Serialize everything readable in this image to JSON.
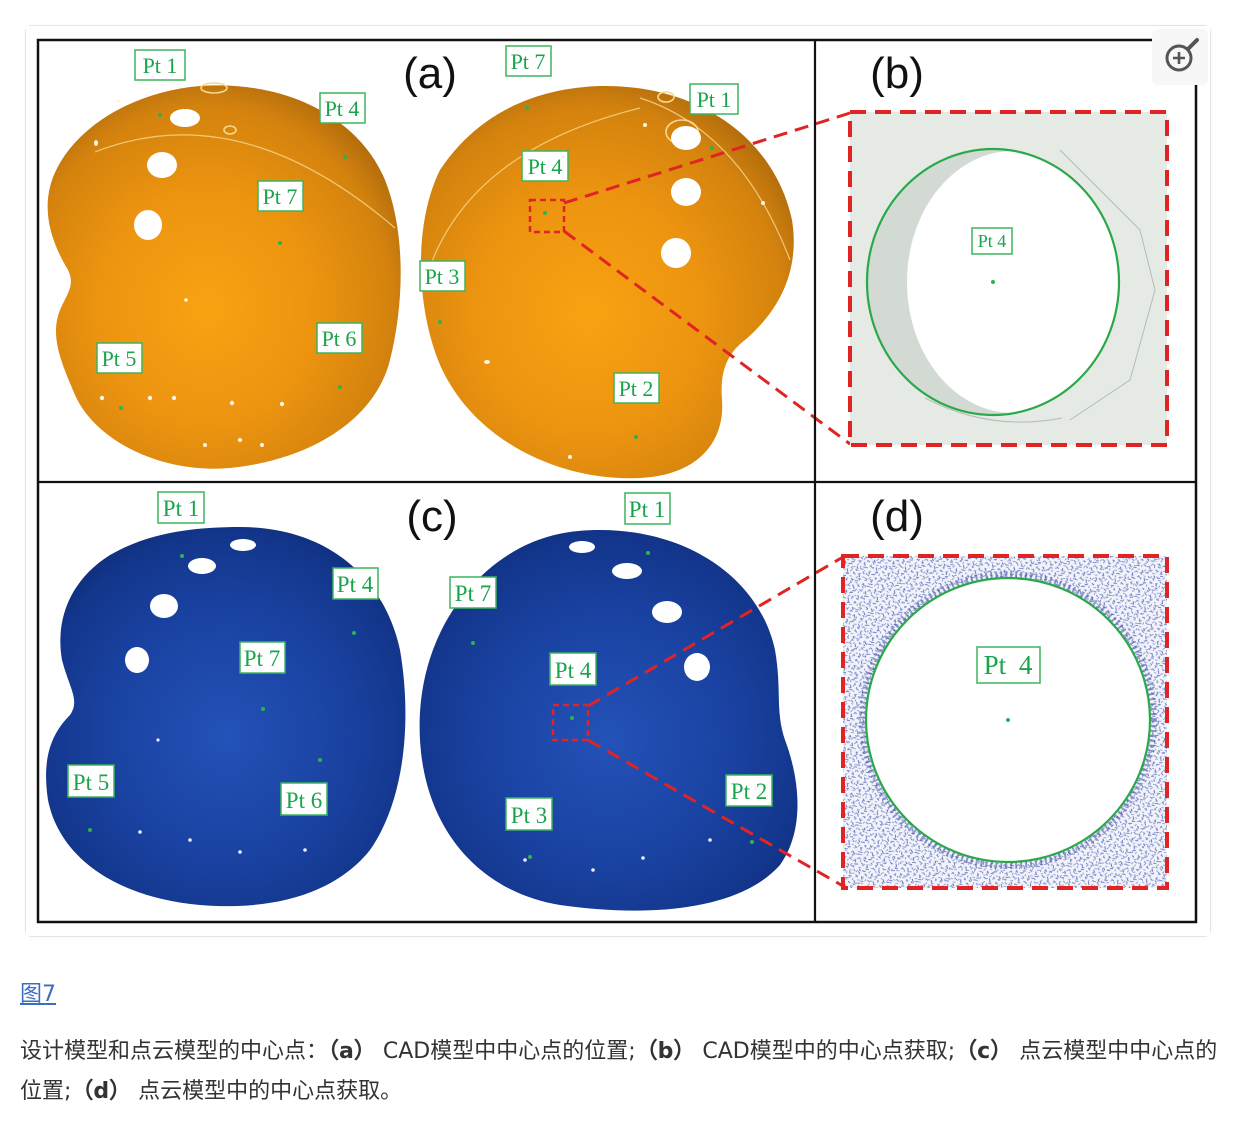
{
  "figure": {
    "zoom_button": {
      "icon": "zoom-in-icon"
    },
    "panel_a": {
      "label": "(a)",
      "cad_view_left": {
        "pt1": "Pt 1",
        "pt4": "Pt 4",
        "pt7": "Pt 7",
        "pt6": "Pt 6",
        "pt5": "Pt 5"
      },
      "cad_view_right": {
        "pt7": "Pt 7",
        "pt1": "Pt 1",
        "pt4": "Pt 4",
        "pt3": "Pt 3",
        "pt2": "Pt 2"
      }
    },
    "panel_b": {
      "label": "(b)",
      "point": "Pt 4"
    },
    "panel_c": {
      "label": "(c)",
      "cloud_view_left": {
        "pt1": "Pt 1",
        "pt4": "Pt 4",
        "pt7": "Pt 7",
        "pt5": "Pt 5",
        "pt6": "Pt 6"
      },
      "cloud_view_right": {
        "pt1": "Pt 1",
        "pt7": "Pt 7",
        "pt4": "Pt 4",
        "pt2": "Pt 2",
        "pt3": "Pt 3"
      }
    },
    "panel_d": {
      "label": "(d)",
      "point": "Pt 4"
    },
    "colors": {
      "cad_model": "#e8920f",
      "point_cloud_model": "#1a43a3",
      "zoom_highlight": "#e02424",
      "center_point_label": "#18a44b"
    }
  },
  "figure_link": {
    "label": "图7",
    "color": "#3b6dc4"
  },
  "caption": {
    "intro": "设计模型和点云模型的中心点：",
    "a_tag": "（a）",
    "a_text": " CAD模型中中心点的位置;",
    "b_tag": "（b）",
    "b_text": " CAD模型中的中心点获取;",
    "c_tag": "（c）",
    "c_text": " 点云模型中中心点的位置;",
    "d_tag": "（d）",
    "d_text": " 点云模型中的中心点获取。"
  }
}
